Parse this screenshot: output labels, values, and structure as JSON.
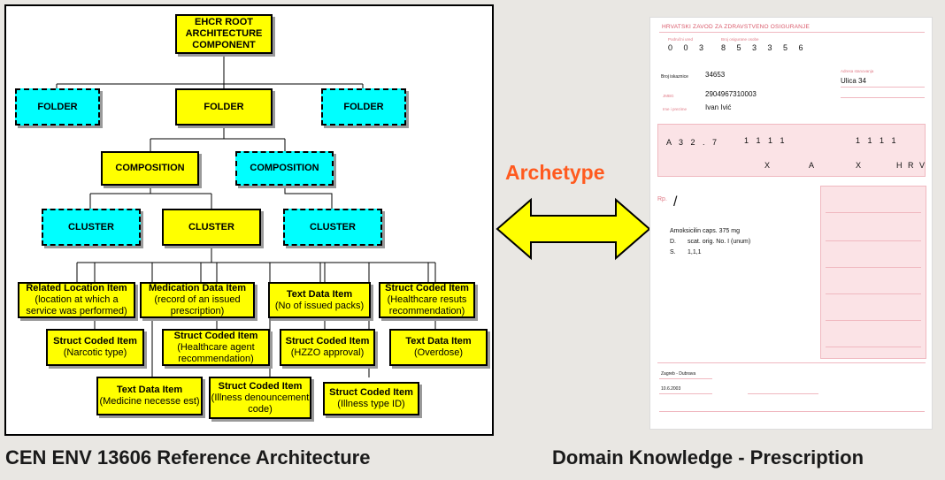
{
  "architecture": {
    "root": "EHCR ROOT ARCHITECTURE COMPONENT",
    "folder_label": "FOLDER",
    "composition_label": "COMPOSITION",
    "cluster_label": "CLUSTER",
    "items": {
      "related_location": {
        "title": "Related Location Item",
        "desc": "(location at which a service was performed)"
      },
      "medication_data": {
        "title": "Medication Data Item",
        "desc": "(record of an issued prescription)"
      },
      "text_issued": {
        "title": "Text Data Item",
        "desc": "(No of issued packs)"
      },
      "struct_healthcare": {
        "title": "Struct Coded Item",
        "desc": "(Healthcare resuts recommendation)"
      },
      "struct_narcotic": {
        "title": "Struct Coded Item",
        "desc": "(Narcotic type)"
      },
      "struct_agent": {
        "title": "Struct Coded Item",
        "desc": "(Healthcare agent recommendation)"
      },
      "struct_hzzo": {
        "title": "Struct Coded Item",
        "desc": "(HZZO approval)"
      },
      "text_overdose": {
        "title": "Text Data Item",
        "desc": "(Overdose)"
      },
      "text_medicine": {
        "title": "Text Data Item",
        "desc": "(Medicine necesse est)"
      },
      "struct_illness_den": {
        "title": "Struct Coded Item",
        "desc": "(Illness denouncement code)"
      },
      "struct_illness_type": {
        "title": "Struct Coded Item",
        "desc": "(Illness type ID)"
      }
    },
    "caption": "CEN ENV 13606 Reference Architecture"
  },
  "middle": {
    "archetype_label": "Archetype",
    "arrow_color": "#ffff00"
  },
  "prescription": {
    "header": "HRVATSKI ZAVOD ZA ZDRAVSTVENO OSIGURANJE",
    "code_a": "0 0 3",
    "code_b": "8 5 3 3 5 6",
    "broj_label": "Broj iskaznice",
    "broj": "34653",
    "jmbg_label": "JMBG",
    "jmbg": "2904967310003",
    "ime_label": "Ime i prezime",
    "ime": "Ivan Ivić",
    "address_label": "Adresa stanovanja",
    "address": "Ulica 34",
    "diag_code": "A 3 2 . 7",
    "nums_1": "1 1 1 1",
    "nums_2": "1 1 1 1",
    "x_mark": "X",
    "a_mark": "A",
    "hrv": "H R V",
    "rp": "Rp.",
    "slash": "/",
    "drug": "Amoksicilin caps. 375 mg",
    "d_line_key": "D.",
    "d_line": "scat. orig. No. I (unum)",
    "s_line_key": "S.",
    "s_line": "1,1,1",
    "place": "Zagreb - Dubrava",
    "date": "10.6.2003",
    "caption": "Domain Knowledge - Prescription"
  }
}
